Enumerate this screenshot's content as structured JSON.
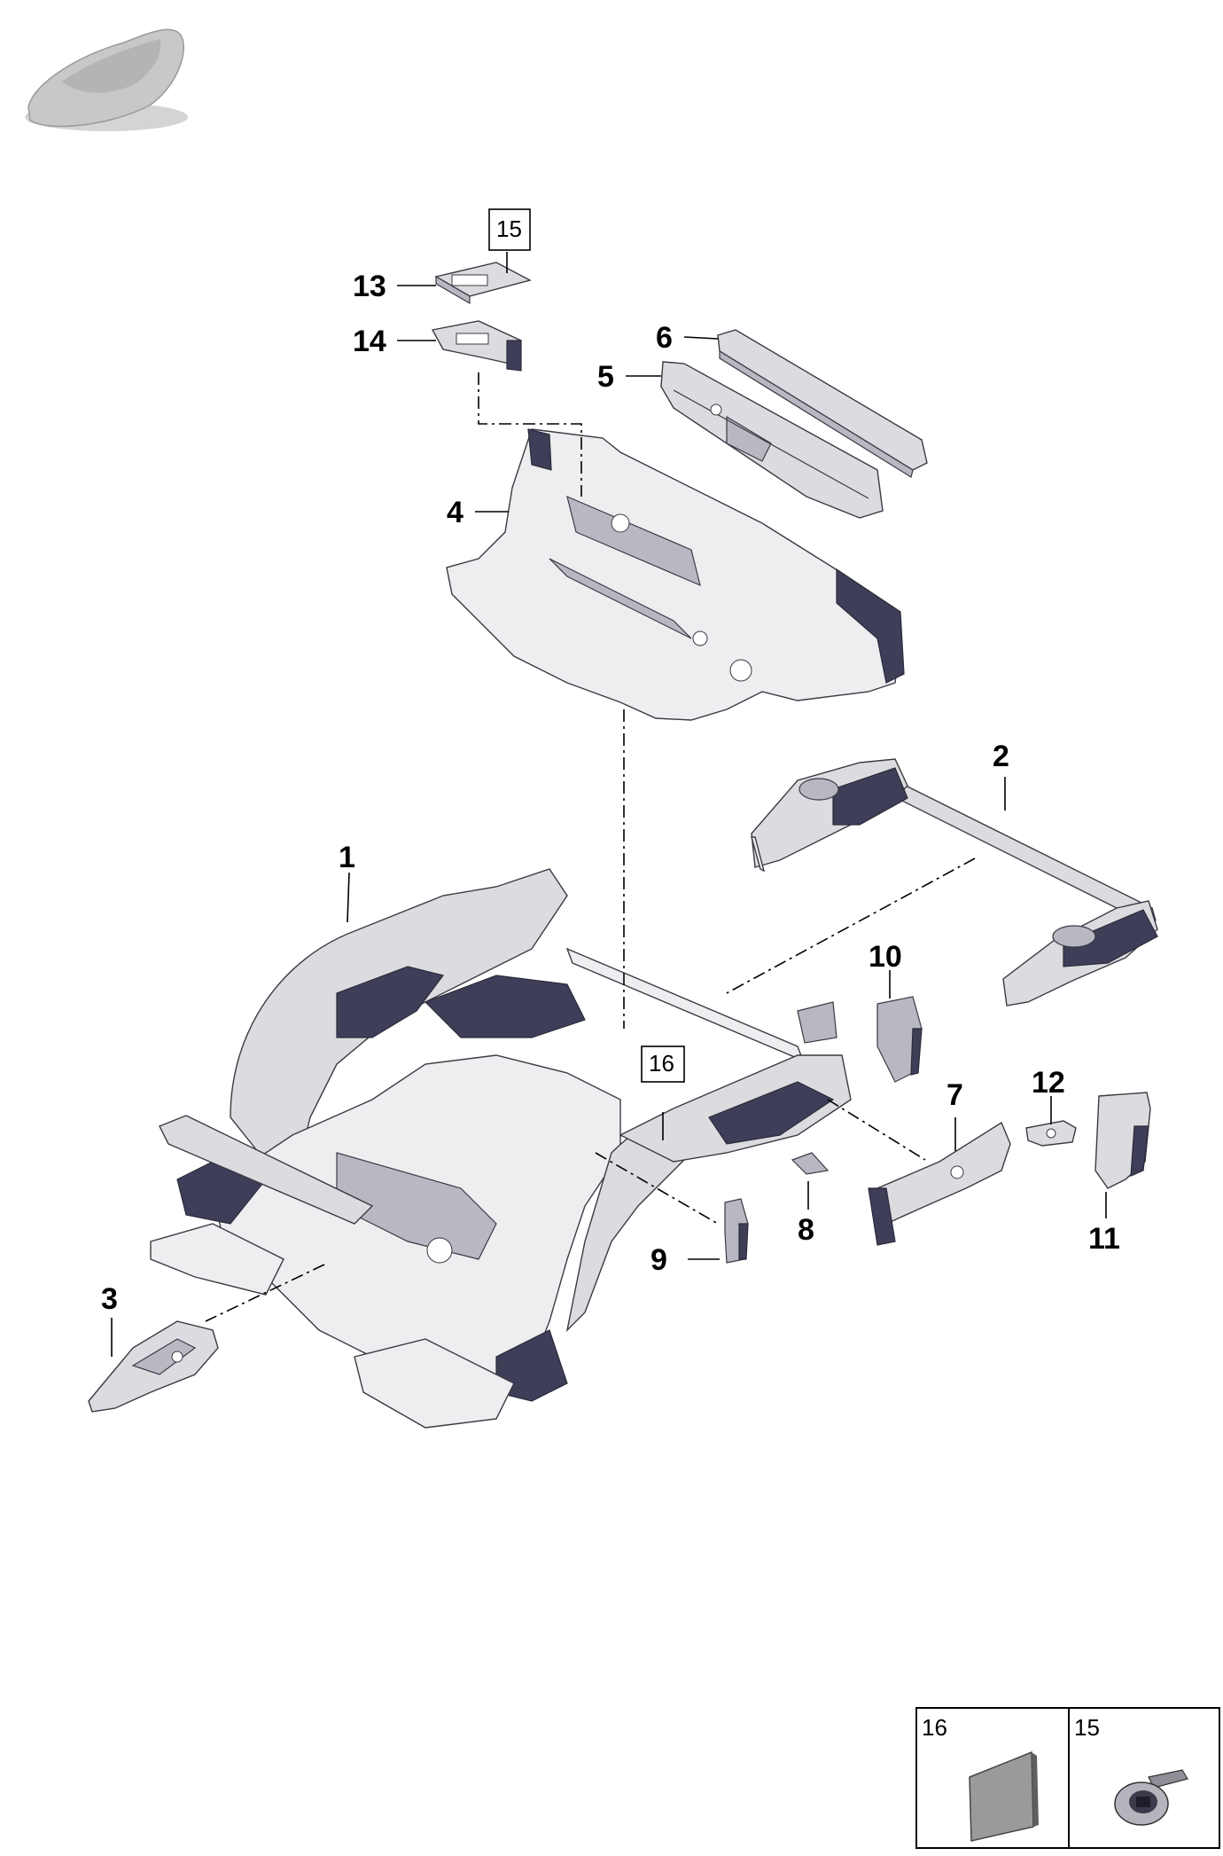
{
  "callouts": {
    "c1": "1",
    "c2": "2",
    "c3": "3",
    "c4": "4",
    "c5": "5",
    "c6": "6",
    "c7": "7",
    "c8": "8",
    "c9": "9",
    "c10": "10",
    "c11": "11",
    "c12": "12",
    "c13": "13",
    "c14": "14"
  },
  "boxed_refs": {
    "top_15": "15",
    "mid_16": "16"
  },
  "legend": {
    "cell_16": "16",
    "cell_15": "15"
  },
  "icons": {
    "car_thumbnail": "car-silhouette-icon",
    "sealing_patch": "sealing-patch-icon",
    "screw": "flange-screw-icon"
  }
}
